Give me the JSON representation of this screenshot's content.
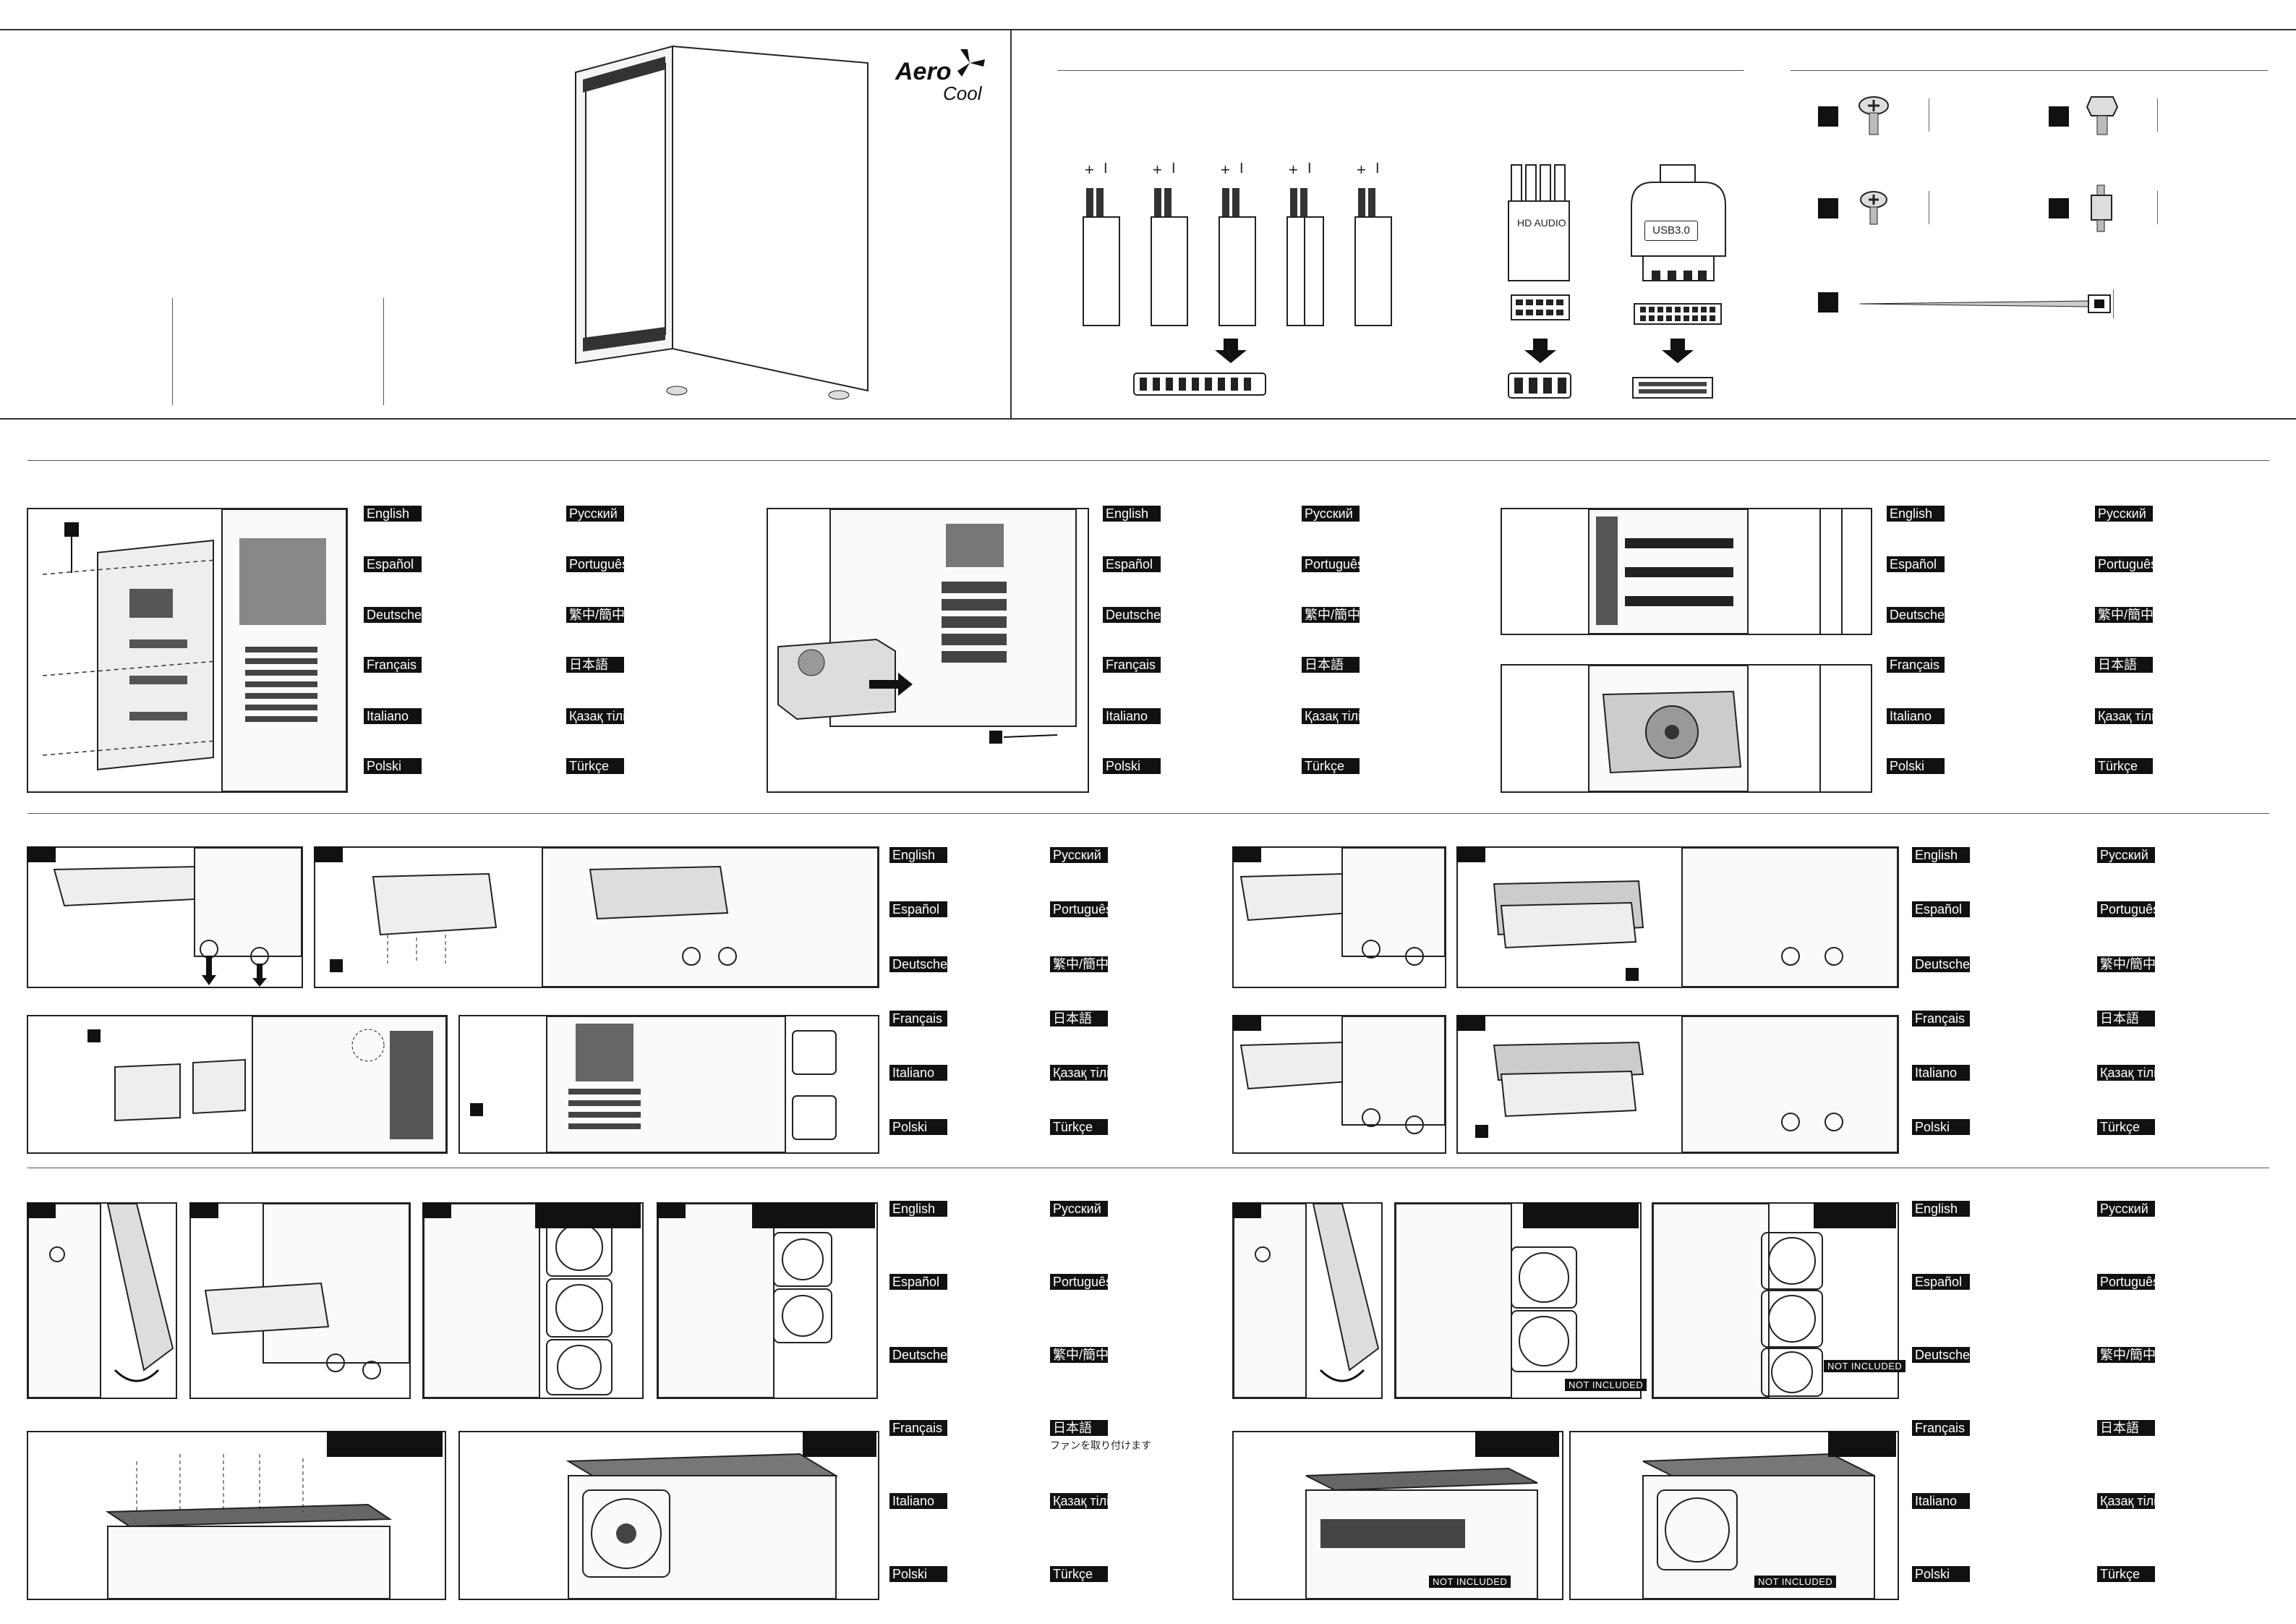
{
  "brand": {
    "name_main": "Aero",
    "name_sub": "Cool"
  },
  "connectors": {
    "plus_minus": [
      {
        "plus": "+",
        "minus": "I"
      },
      {
        "plus": "+",
        "minus": "I"
      },
      {
        "plus": "+",
        "minus": "I"
      },
      {
        "plus": "+",
        "minus": "I"
      },
      {
        "plus": "+",
        "minus": "I"
      }
    ],
    "hd_audio_label": "HD AUDIO",
    "usb_label": "USB3.0"
  },
  "languages": {
    "left": [
      "English",
      "Español",
      "Deutsche",
      "Français",
      "Italiano",
      "Polski"
    ],
    "right": [
      "Русский",
      "Português",
      "繁中/簡中",
      "日本語",
      "Қазақ тілі",
      "Türkçe"
    ]
  },
  "notes": {
    "jp_fan": "ファンを取り付けます",
    "not_included": "NOT INCLUDED"
  }
}
